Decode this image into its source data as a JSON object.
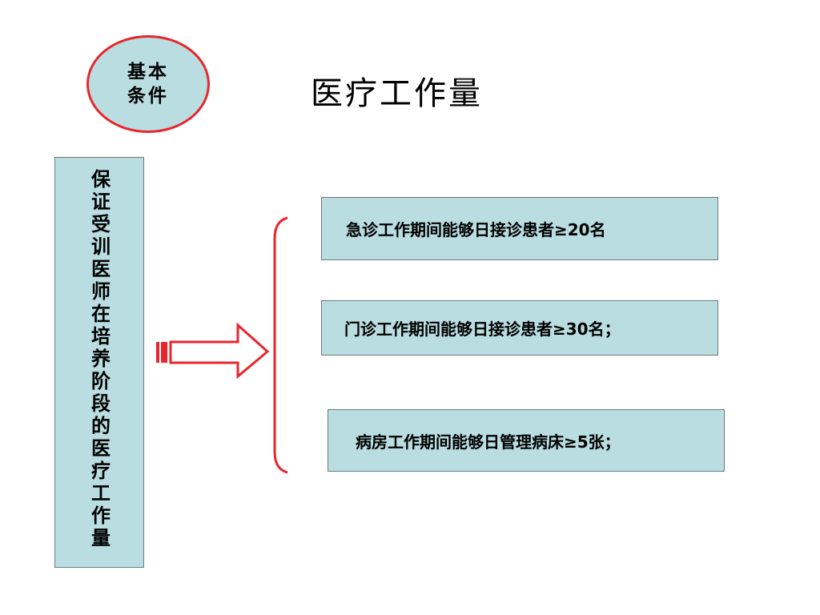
{
  "badge": {
    "line1": "基本",
    "line2": "条件"
  },
  "title": "医疗工作量",
  "left_box": {
    "text": "保证受训医师在培养阶段的医疗工作量"
  },
  "items": [
    "急诊工作期间能够日接诊患者≥20名",
    "门诊工作期间能够日接诊患者≥30名；",
    "病房工作期间能够日管理病床≥5张；"
  ],
  "colors": {
    "box_fill": "#b9dde1",
    "accent_red": "#e8262c"
  },
  "icons": {
    "arrow": "right-arrow-icon",
    "brace": "left-brace-icon"
  }
}
